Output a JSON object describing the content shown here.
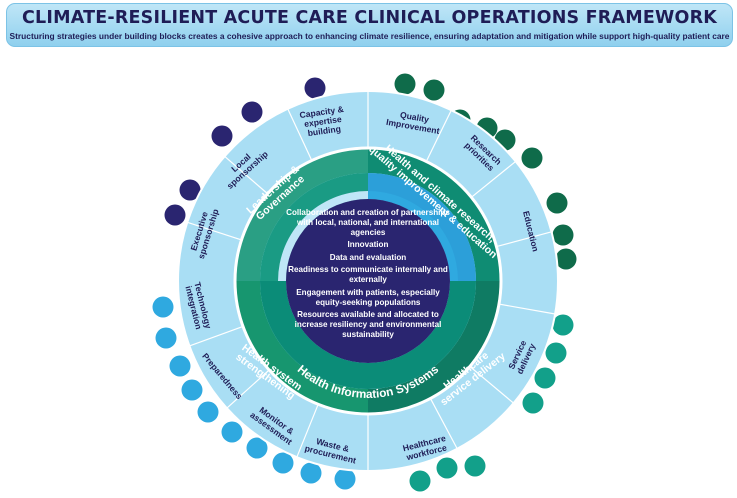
{
  "header": {
    "title": "CLIMATE-RESILIENT ACUTE CARE CLINICAL OPERATIONS FRAMEWORK",
    "subtitle": "Structuring strategies under building blocks creates a cohesive approach to enhancing climate resilience, ensuring adaptation and mitigation while support high-quality patient care"
  },
  "colors": {
    "navy": "#2a2570",
    "dark_green": "#0f6b4a",
    "teal": "#12a08a",
    "teal_dark": "#0b8c78",
    "light_blue": "#8fd3ef",
    "light_blue_pale": "#bfe6f7",
    "blue_bright": "#2fa9e0",
    "ring_white": "#ffffff"
  },
  "center": {
    "items": [
      "Collaboration and creation of partnerships with local, national, and international agencies",
      "Innovation",
      "Data and evaluation",
      "Readiness to communicate internally and externally",
      "Engagement with patients, especially equity-seeking populations",
      "Resources available and allocated to increase resiliency and environmental sustainability"
    ]
  },
  "ring_label": "Health Information Systems",
  "blocks": [
    {
      "title": [
        "Leadership &",
        "Governance"
      ],
      "sub": [
        [
          "Capacity &",
          "expertise",
          "building"
        ],
        [
          "Local",
          "sponsorship"
        ],
        [
          "Executive",
          "sponsorship"
        ]
      ]
    },
    {
      "title": [
        "Health and climate research,",
        "quality improvement & education"
      ],
      "sub": [
        [
          "Quality",
          "Improvement"
        ],
        [
          "Research",
          "priorities"
        ],
        [
          "Education"
        ]
      ]
    },
    {
      "title": [
        "Healthcare",
        "service delivery"
      ],
      "sub": [
        [
          "Service",
          "delivery"
        ],
        [
          "Healthcare",
          "workforce"
        ]
      ]
    },
    {
      "title": [
        "Health system",
        "strengthening"
      ],
      "sub": [
        [
          "Waste &",
          "procurement"
        ],
        [
          "Monitor &",
          "assessment"
        ],
        [
          "Preparedness"
        ],
        [
          "Technology",
          "integration"
        ]
      ]
    }
  ]
}
